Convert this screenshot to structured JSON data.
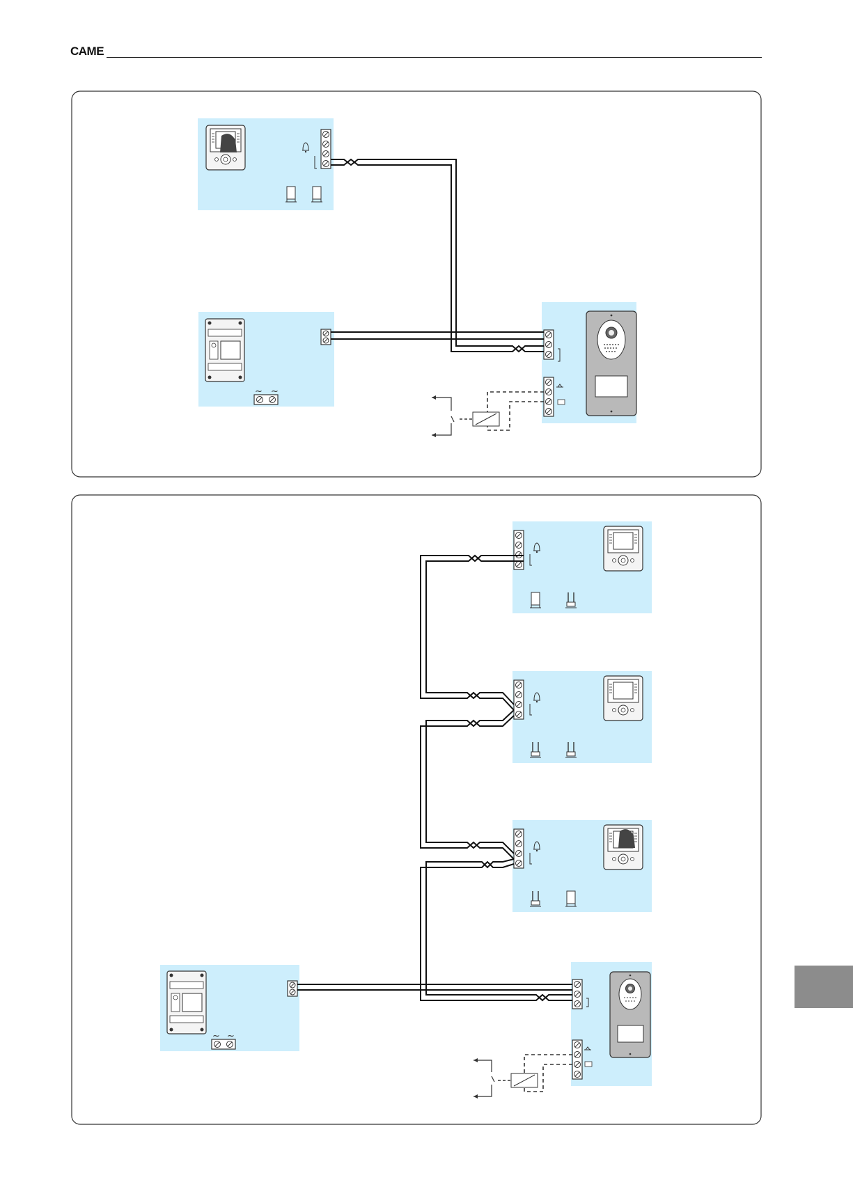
{
  "header": {
    "brand": "CAME"
  },
  "colors": {
    "panel_fill": "#cdeefc",
    "frame_stroke": "#333333",
    "wire": "#111111",
    "side_tab": "#8c8c8c",
    "entry_panel": "#b9b9b9"
  },
  "diagrams": [
    {
      "name": "diagram-1",
      "nodes": [
        "monitor",
        "power-supply",
        "entry-panel",
        "lock-relay"
      ],
      "terminal_symbols": [
        "~",
        "~"
      ]
    },
    {
      "name": "diagram-2",
      "nodes": [
        "monitor-1",
        "monitor-2",
        "monitor-3",
        "power-supply",
        "entry-panel",
        "lock-relay"
      ],
      "terminal_symbols": [
        "~",
        "~"
      ]
    }
  ]
}
